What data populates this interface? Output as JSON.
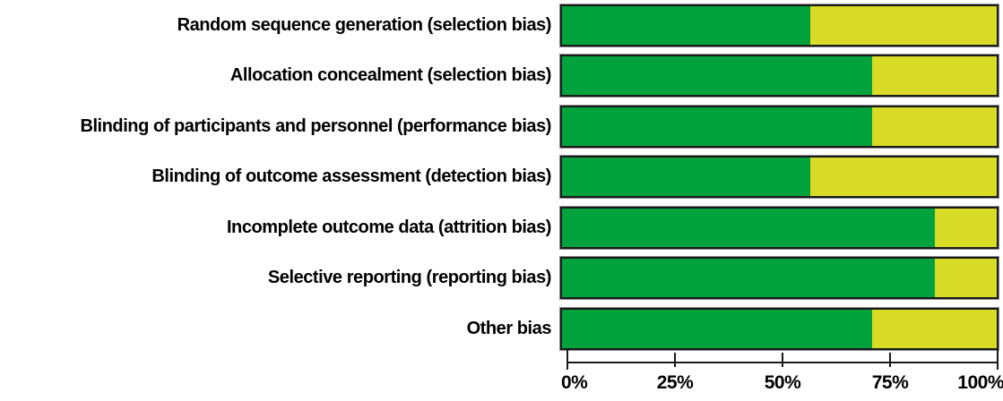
{
  "figure": {
    "background": "#ffffff",
    "text_color": "#000000",
    "bar_border_color": "#1a1a1a",
    "bar_outline_color": "#8c8c8c"
  },
  "chart_data": {
    "type": "bar",
    "orientation": "horizontal",
    "stacked": true,
    "title": "",
    "xlabel": "",
    "ylabel": "",
    "grid": false,
    "legend_position": "none",
    "xlim": [
      0,
      100
    ],
    "x_tick_labels": [
      "0%",
      "25%",
      "50%",
      "75%",
      "100%"
    ],
    "categories": [
      "Random sequence generation (selection bias)",
      "Allocation concealment (selection bias)",
      "Blinding of participants and personnel (performance bias)",
      "Blinding of outcome assessment (detection bias)",
      "Incomplete outcome data (attrition bias)",
      "Selective reporting (reporting bias)",
      "Other bias"
    ],
    "series": [
      {
        "name": "green",
        "color": "#00A23D",
        "values": [
          57.1,
          71.4,
          71.4,
          57.1,
          85.7,
          85.7,
          71.4
        ]
      },
      {
        "name": "yellow",
        "color": "#D9DC26",
        "values": [
          42.9,
          28.6,
          28.6,
          42.9,
          14.3,
          14.3,
          28.6
        ]
      }
    ]
  }
}
